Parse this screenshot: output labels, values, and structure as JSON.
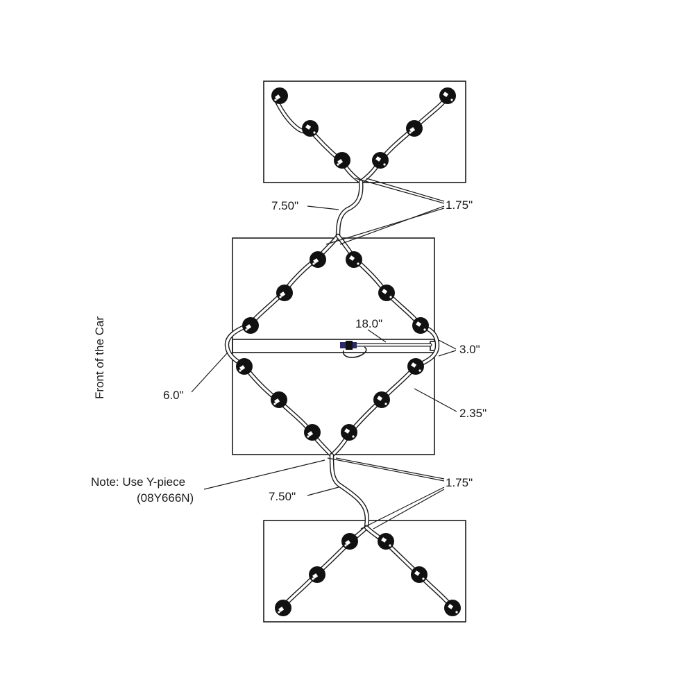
{
  "labels": {
    "front": "Front of the Car",
    "top_lead": "7.50\"",
    "top_y": "1.75\"",
    "bar_len": "18.0\"",
    "bar_gap": "3.0\"",
    "left_loop": "6.0\"",
    "right_seg": "2.35\"",
    "note_line1": "Note: Use Y-piece",
    "note_line2": "(08Y666N)",
    "bottom_lead": "7.50\"",
    "bottom_y": "1.75\""
  },
  "colors": {
    "line": "#1a1a1a",
    "pod": "#111111",
    "connector": "#2b2b6e"
  }
}
